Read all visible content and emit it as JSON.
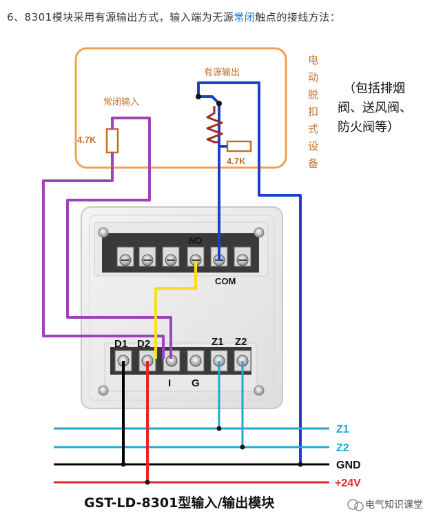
{
  "heading": {
    "prefix": "6、8301模块采用有源输出方式，输入端为无源",
    "highlight": "常闭",
    "suffix": "触点的接线方法："
  },
  "device": {
    "side_label": [
      "电",
      "动",
      "脱",
      "扣",
      "式",
      "设",
      "备"
    ],
    "nc_input_label": "常闭输入",
    "active_output_label": "有源输出",
    "resistor_left": "4.7K",
    "resistor_right": "4.7K"
  },
  "note": {
    "lines": [
      "（包括排烟",
      "阀、送风阀、",
      "防火阀等）"
    ]
  },
  "module": {
    "top_labels": {
      "no": "NO",
      "com": "COM"
    },
    "bottom_labels": {
      "d1": "D1",
      "d2": "D2",
      "z1": "Z1",
      "z2": "Z2",
      "i": "I",
      "g": "G"
    }
  },
  "bus": {
    "z1": "Z1",
    "z2": "Z2",
    "gnd": "GND",
    "v24": "+24V"
  },
  "caption": "GST-LD-8301型输入/输出模块",
  "watermark": "电气知识课堂",
  "colors": {
    "orange": "#f0a050",
    "purple": "#9b45b5",
    "blue": "#1a3fc8",
    "yellow": "#f5e01a",
    "cyan": "#1ea6d8",
    "black": "#000000",
    "red": "#e8232a",
    "brown_label": "#c0702a"
  }
}
